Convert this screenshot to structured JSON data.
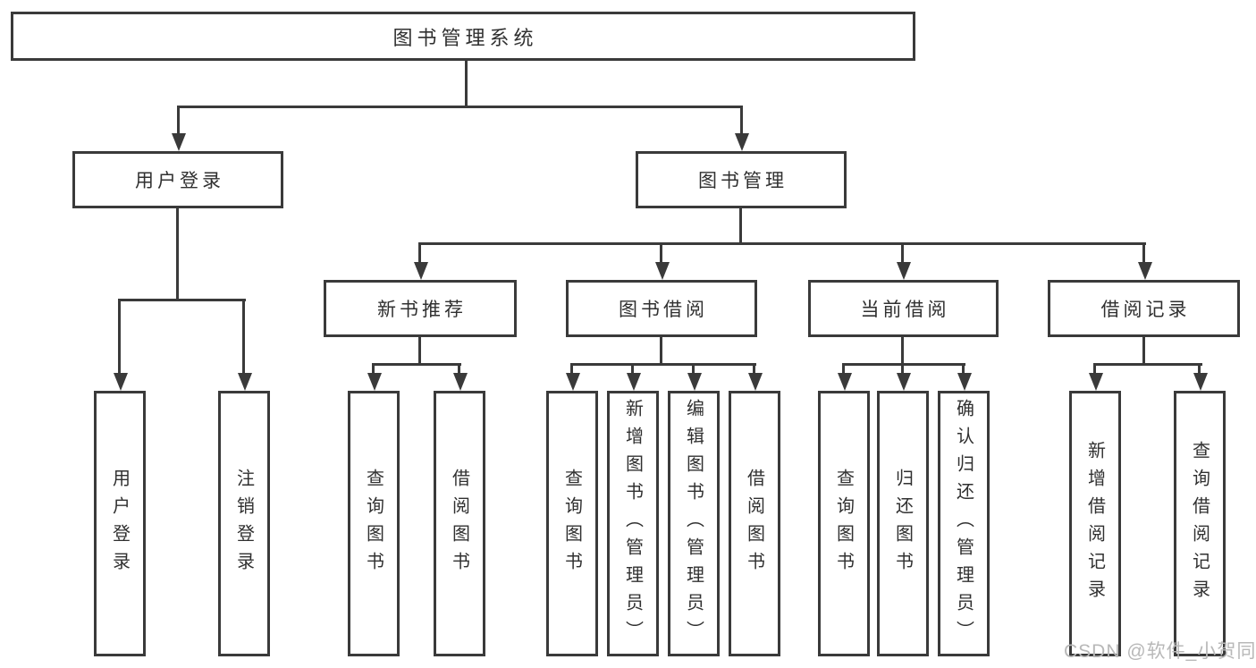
{
  "diagram": {
    "root": {
      "label": "图书管理系统"
    },
    "branches": [
      {
        "label": "用户登录",
        "children": [
          {
            "label": "用户登录"
          },
          {
            "label": "注销登录"
          }
        ]
      },
      {
        "label": "图书管理",
        "children": [
          {
            "label": "新书推荐",
            "children": [
              {
                "label": "查询图书"
              },
              {
                "label": "借阅图书"
              }
            ]
          },
          {
            "label": "图书借阅",
            "children": [
              {
                "label": "查询图书"
              },
              {
                "label": "新增图书（管理员）"
              },
              {
                "label": "编辑图书（管理员）"
              },
              {
                "label": "借阅图书"
              }
            ]
          },
          {
            "label": "当前借阅",
            "children": [
              {
                "label": "查询图书"
              },
              {
                "label": "归还图书"
              },
              {
                "label": "确认归还（管理员）"
              }
            ]
          },
          {
            "label": "借阅记录",
            "children": [
              {
                "label": "新增借阅记录"
              },
              {
                "label": "查询借阅记录"
              }
            ]
          }
        ]
      }
    ]
  },
  "watermark": {
    "text": "CSDN @软件_小贺同学"
  },
  "colors": {
    "line": "#3a3a3a",
    "text": "#303030",
    "watermark": "#b8b8b8",
    "background": "#ffffff"
  }
}
